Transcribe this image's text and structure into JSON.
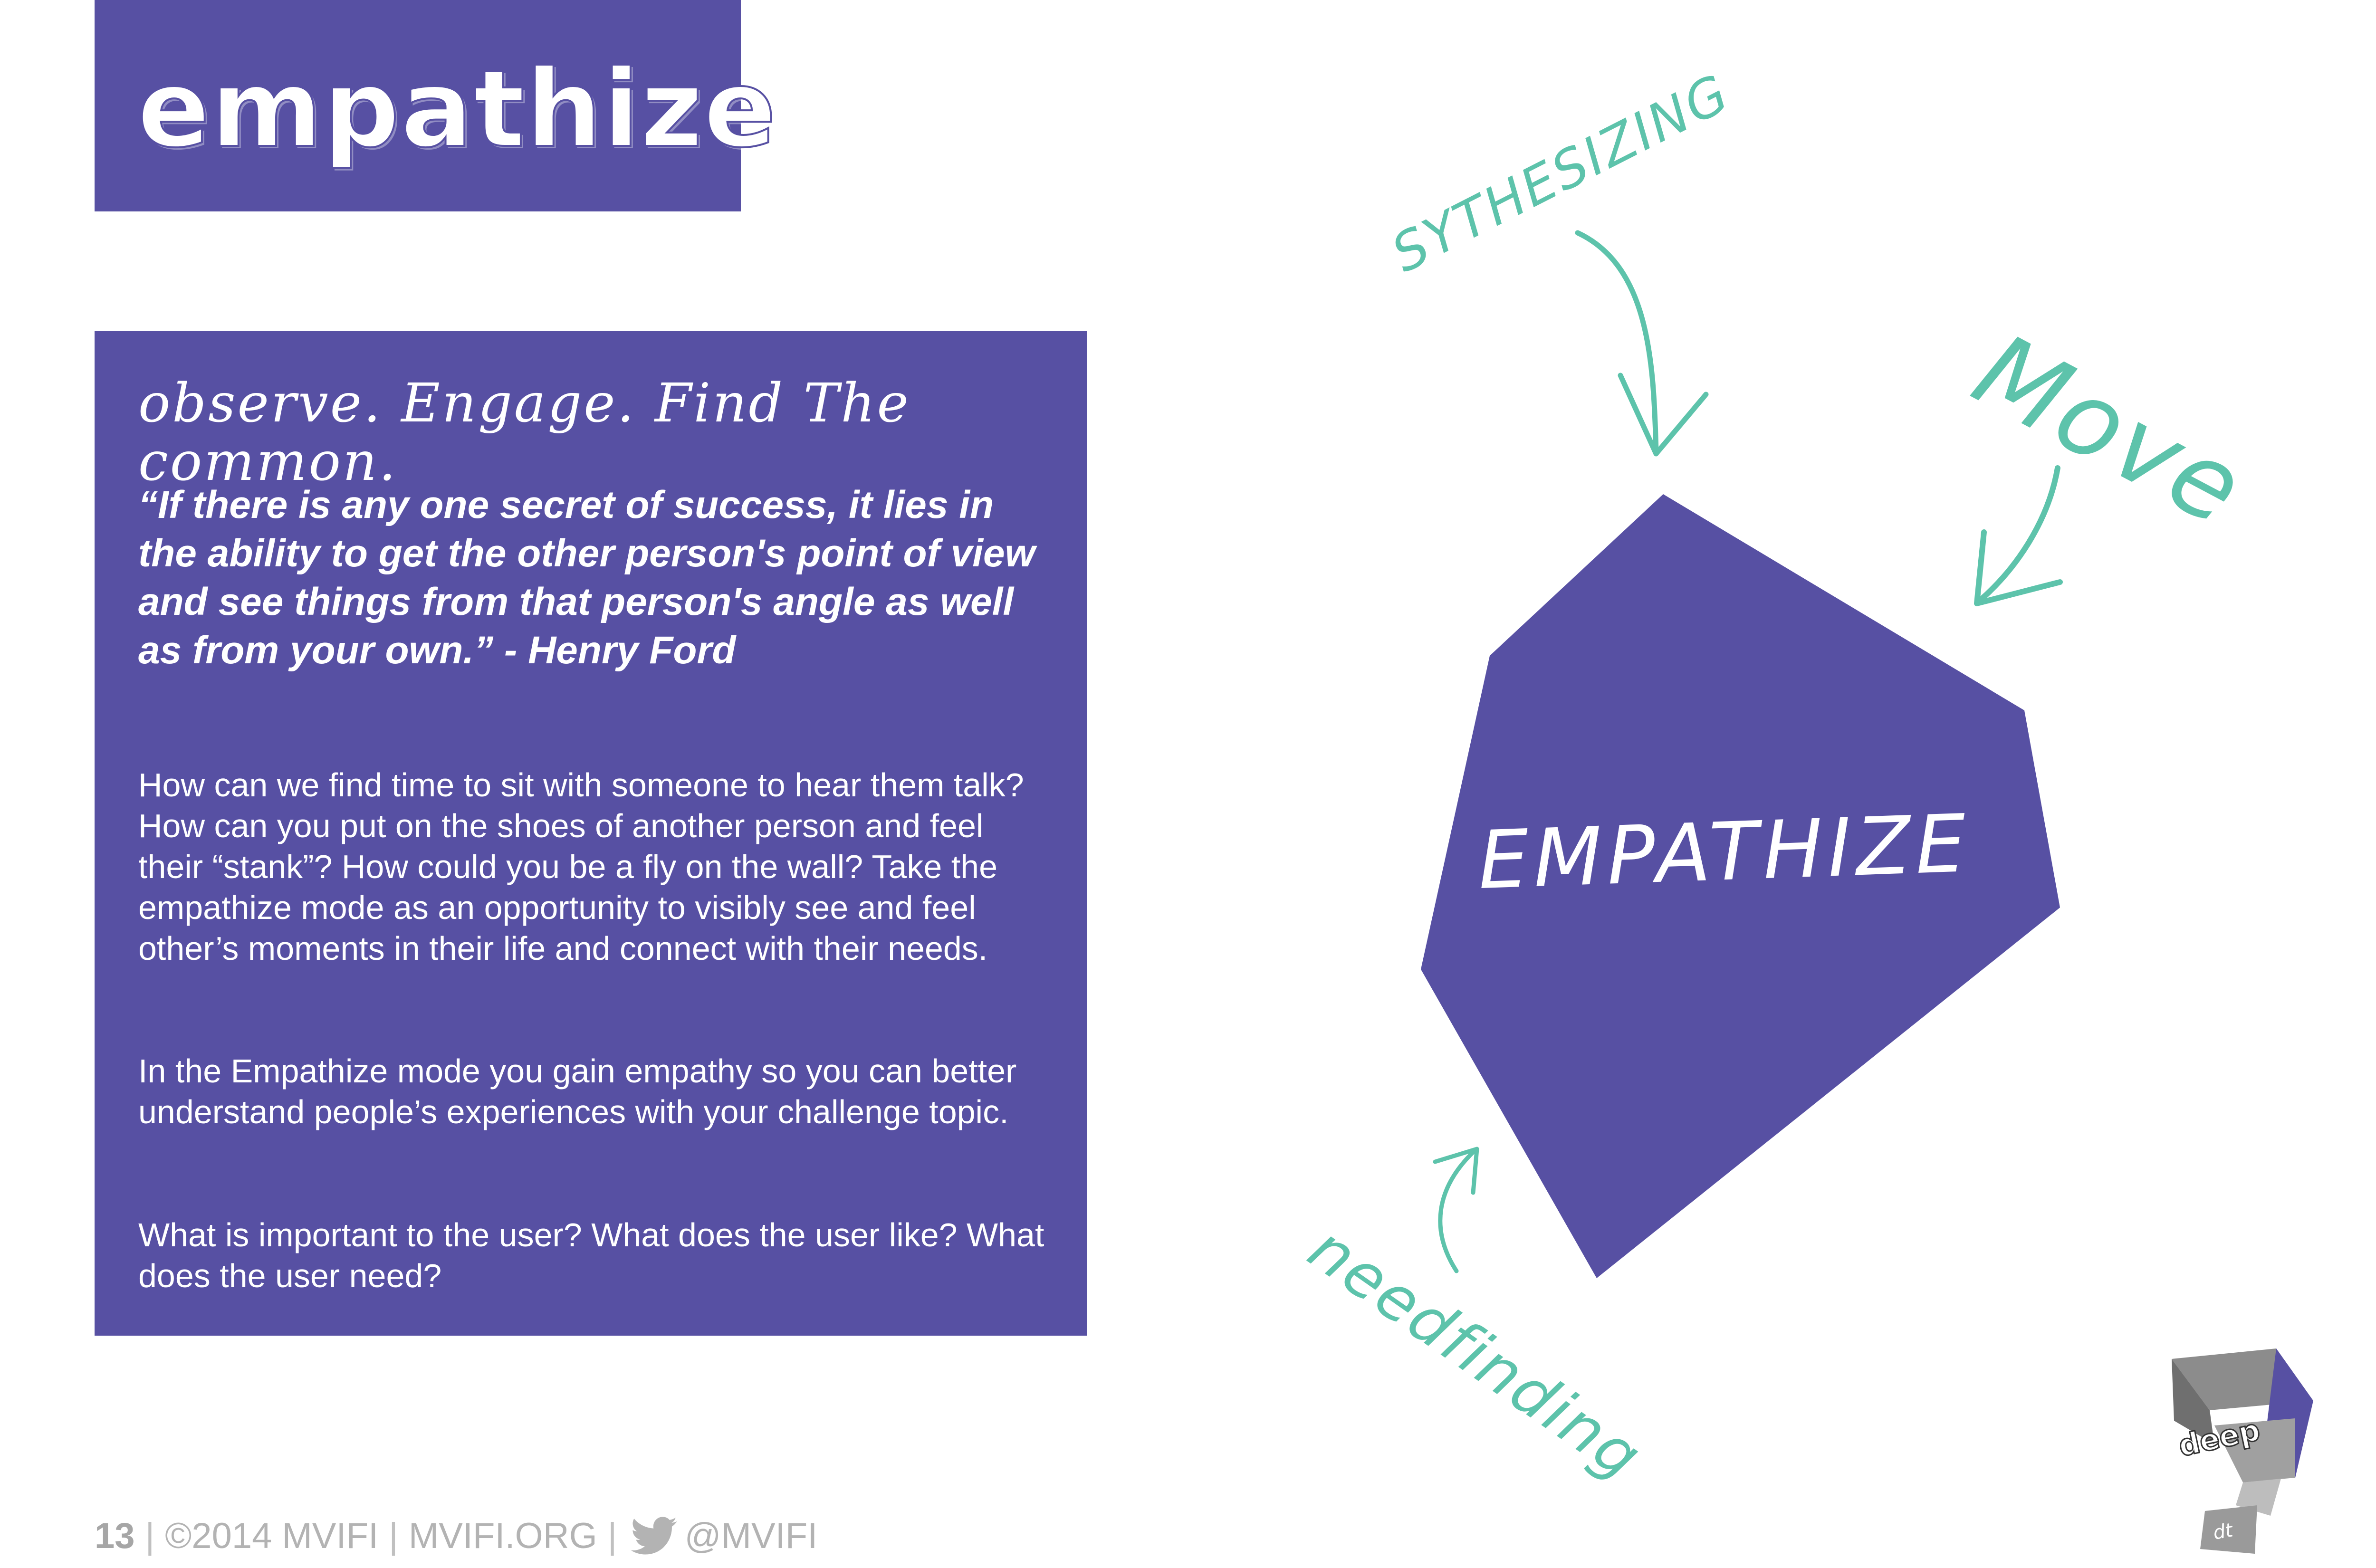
{
  "header": {
    "title": "empathize"
  },
  "panel": {
    "tagline": "observe. Engage. Find The common.",
    "quote": "“If there is any one secret of success, it lies in the ability to get the other person's point of view and see things from that person's angle as well as from your own.” - Henry Ford",
    "paragraphs": [
      "How can we find time to sit with someone to hear them talk? How can you put on the shoes of another person and feel their “stank”? How could you be a fly on the wall? Take the empathize mode as an opportunity to visibly see and feel other’s moments in their life and connect with their needs.",
      "In the Empathize mode you gain empathy so you can better understand people’s experiences with your challenge topic.",
      "What is important to the user? What does the user like? What does the user need?"
    ]
  },
  "diagram": {
    "center_label": "EMPATHIZE",
    "arrows": {
      "top": "SYTHESIZING",
      "right": "Move",
      "bottom": "needfinding"
    }
  },
  "logo": {
    "word": "deep",
    "sub": "dt"
  },
  "footer": {
    "page": "13",
    "copyright": "©2014 MVIFI",
    "site": "MVIFI.ORG",
    "handle": "@MVIFI"
  },
  "colors": {
    "purple": "#5750a3",
    "teal": "#5dc3ab",
    "gray": "#b3b3b3"
  }
}
